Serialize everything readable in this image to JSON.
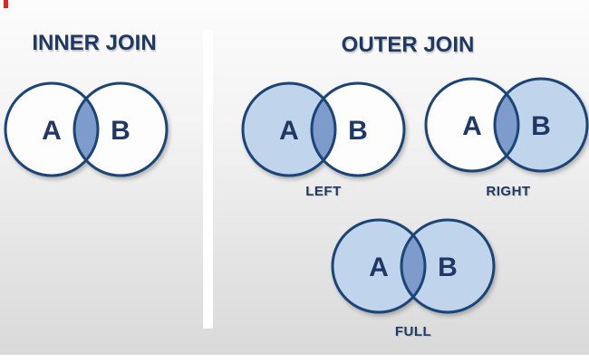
{
  "colors": {
    "navy_text": "#1F3865",
    "circle_stroke": "#1B4477",
    "fill_light": "#C0D5EB",
    "fill_overlap": "#7E9CCB",
    "circle_white": "#FDFDFE",
    "divider": "#FFFFFF",
    "red_marker": "#E0261C",
    "bg_top": "#FCFCFC",
    "bg_bottom": "#DADADA",
    "footer_strip": "#FFFFFF"
  },
  "inner_section": {
    "title": "INNER JOIN",
    "venn": {
      "label_a": "A",
      "label_b": "B"
    }
  },
  "outer_section": {
    "title": "OUTER JOIN",
    "left": {
      "caption": "LEFT",
      "label_a": "A",
      "label_b": "B"
    },
    "right": {
      "caption": "RIGHT",
      "label_a": "A",
      "label_b": "B"
    },
    "full": {
      "caption": "FULL",
      "label_a": "A",
      "label_b": "B"
    }
  }
}
